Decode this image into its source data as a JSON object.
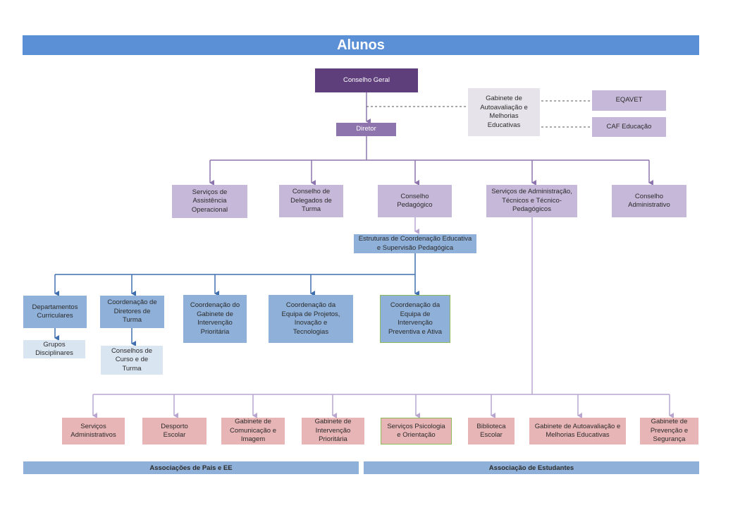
{
  "title": "Alunos",
  "top": {
    "conselho_geral": "Conselho Geral",
    "diretor": "Diretor",
    "gabinete_autoavaliacao": "Gabinete de Autoavaliação e Melhorias Educativas",
    "eqavet": "EQAVET",
    "caf_educacao": "CAF Educação"
  },
  "level2": [
    {
      "label": "Serviços de Assistência Operacional"
    },
    {
      "label": "Conselho de Delegados de Turma"
    },
    {
      "label": "Conselho Pedagógico"
    },
    {
      "label": "Serviços de Administração, Técnicos e Técnico-Pedagógicos"
    },
    {
      "label": "Conselho Administrativo"
    }
  ],
  "estruturas": "Estruturas de Coordenação Educativa e Supervisão Pedagógica",
  "level4": [
    {
      "label": "Departamentos Curriculares"
    },
    {
      "label": "Coordenação de Diretores de Turma"
    },
    {
      "label": "Coordenação do Gabinete de Intervenção Prioritária"
    },
    {
      "label": "Coordenação da Equipa de Projetos, Inovação e Tecnologias"
    },
    {
      "label": "Coordenação da Equipa de Intervenção Preventiva e Ativa"
    }
  ],
  "grupos_disciplinares": "Grupos Disciplinares",
  "conselhos_curso": "Conselhos de Curso e de Turma",
  "services": [
    {
      "label": "Serviços Administrativos"
    },
    {
      "label": "Desporto Escolar"
    },
    {
      "label": "Gabinete de Comunicação e Imagem"
    },
    {
      "label": "Gabinete de Intervenção Prioritária"
    },
    {
      "label": "Serviços Psicologia e Orientação"
    },
    {
      "label": "Biblioteca Escolar"
    },
    {
      "label": "Gabinete de Autoavaliação e Melhorias Educativas"
    },
    {
      "label": "Gabinete de Prevenção e Segurança"
    }
  ],
  "footer": {
    "pais": "Associações de Pais e EE",
    "estudantes": "Associação de Estudantes"
  }
}
